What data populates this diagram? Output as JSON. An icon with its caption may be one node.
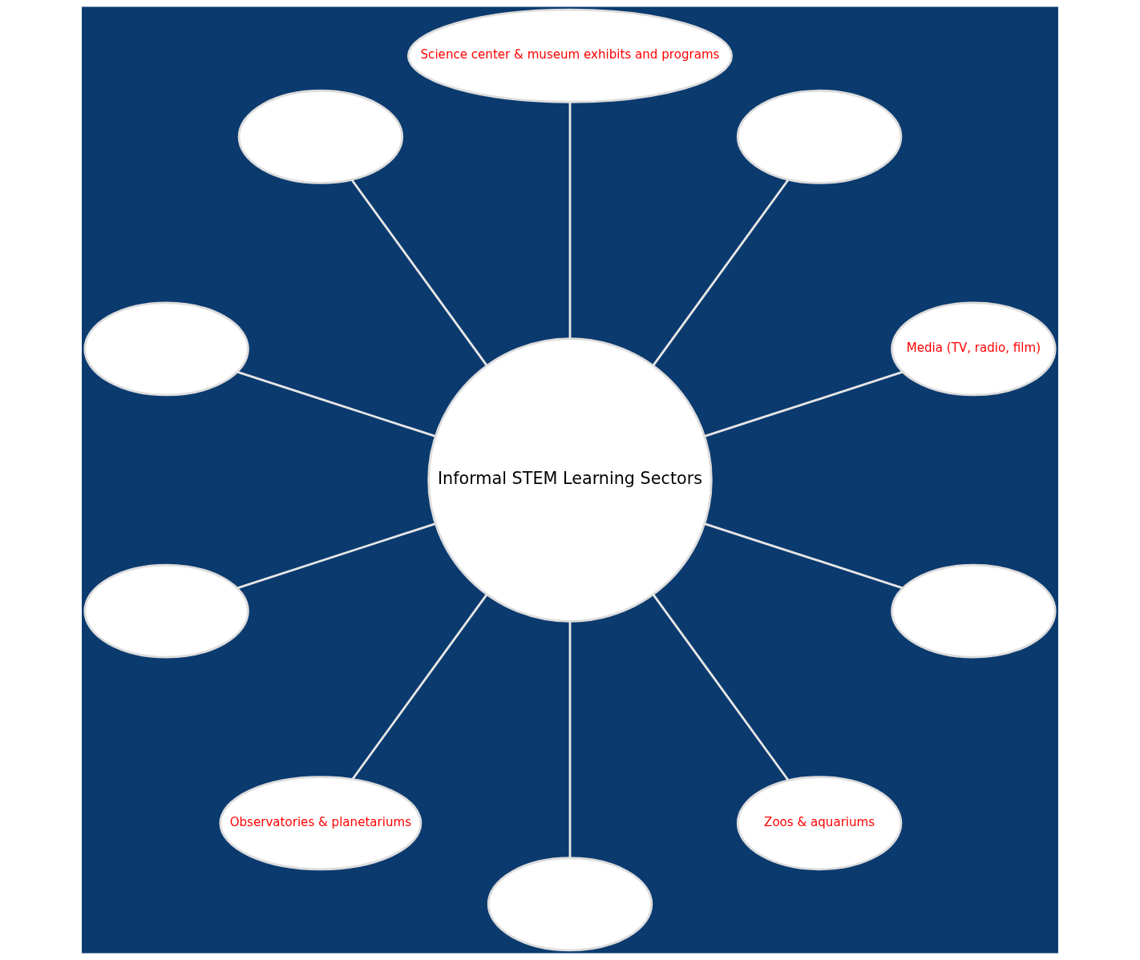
{
  "diagram": {
    "nodes": [
      {
        "text": [
          "Informal STEM Learning Sectors"
        ]
      },
      {
        "text": [
          "Media (TV, radio, film)"
        ]
      },
      {
        "text": [],
        "shape": "ellipse"
      },
      {
        "text": [
          "Science center & museum exhibits and programs"
        ]
      },
      {
        "text": [],
        "shape": "ellipse"
      },
      {
        "text": [],
        "shape": "ellipse"
      },
      {
        "text": [],
        "shape": "ellipse"
      },
      {
        "text": [
          "Observatories & planetariums"
        ]
      },
      {
        "text": [],
        "shape": "ellipse"
      },
      {
        "text": [
          "Zoos & aquariums"
        ]
      },
      {
        "text": [],
        "shape": "ellipse"
      }
    ],
    "edges": [
      {
        "from": 0,
        "to": 1,
        "arrow": "none"
      },
      {
        "from": 0,
        "to": 2,
        "arrow": "none"
      },
      {
        "from": 0,
        "to": 3,
        "arrow": "none"
      },
      {
        "from": 0,
        "to": 4,
        "arrow": "none"
      },
      {
        "from": 0,
        "to": 5,
        "arrow": "none"
      },
      {
        "from": 0,
        "to": 6,
        "arrow": "none"
      },
      {
        "from": 0,
        "to": 7,
        "arrow": "none"
      },
      {
        "from": 0,
        "to": 8,
        "arrow": "none"
      },
      {
        "from": 0,
        "to": 9,
        "arrow": "none"
      },
      {
        "from": 0,
        "to": 10,
        "arrow": "none"
      }
    ]
  }
}
